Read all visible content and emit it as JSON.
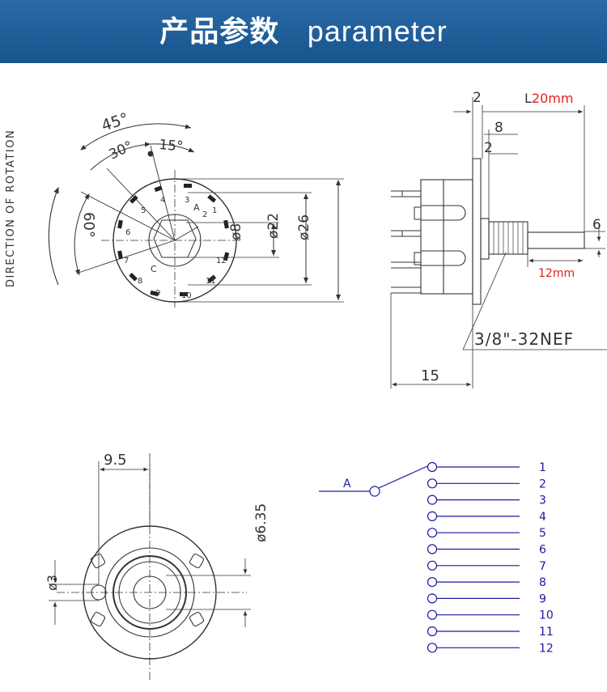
{
  "header": {
    "title_cn": "产品参数",
    "title_en": "parameter",
    "background": "#1d5d96",
    "text_color": "#ffffff"
  },
  "front_view": {
    "rotation_label": "DIRECTION OF ROTATION",
    "angle_45": "45°",
    "angle_30": "30°",
    "angle_15": "15°",
    "angle_60": "60°",
    "diameter_8": "ø8",
    "diameter_22": "ø22",
    "diameter_26": "ø26",
    "common_pin": "A",
    "center_label": "C",
    "pin_numbers": [
      "1",
      "2",
      "3",
      "4",
      "5",
      "6",
      "7",
      "8",
      "9",
      "10",
      "11",
      "12"
    ]
  },
  "side_view": {
    "top_dim_2": "2",
    "length_prefix": "L",
    "length_value": "20mm",
    "dim_8": "8",
    "dim_2b": "2",
    "dim_6": "6",
    "thread_length": "12mm",
    "thread": "3/8\"-32NEF",
    "depth": "15"
  },
  "rear_view": {
    "pin_spacing": "9.5",
    "pin_diameter": "ø3",
    "shaft_diameter": "ø6.35"
  },
  "schematic": {
    "input_label": "A",
    "outputs": [
      "1",
      "2",
      "3",
      "4",
      "5",
      "6",
      "7",
      "8",
      "9",
      "10",
      "11",
      "12"
    ],
    "line_color": "#1a1aa0"
  }
}
